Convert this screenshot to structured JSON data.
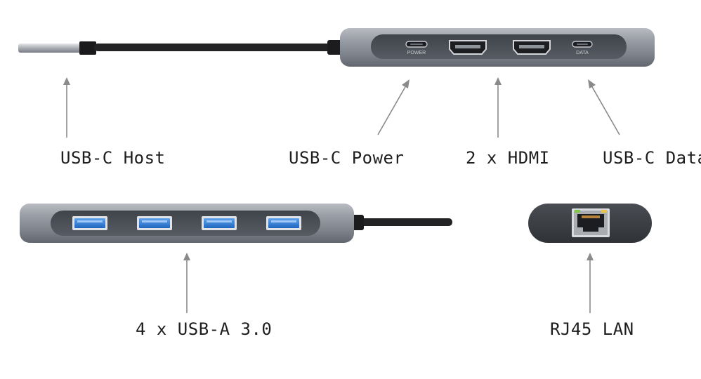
{
  "top_hub": {
    "port_labels": {
      "power": "POWER",
      "data": "DATA"
    }
  },
  "callouts": {
    "host": "USB-C Host",
    "power": "USB-C Power",
    "hdmi": "2 x HDMI",
    "data": "USB-C Data",
    "usb_a": "4 x USB-A 3.0",
    "lan": "RJ45 LAN"
  },
  "colors": {
    "hub_body": "#8a8e96",
    "hub_panel": "#4c5058",
    "cable": "#232325",
    "usb3_blue": "#2f7fd8",
    "lan_led_green": "#7ec64a",
    "lan_led_amber": "#e8c44a",
    "arrow": "#8a8a8a"
  },
  "icons": [
    "usb-c-port-icon",
    "hdmi-port-icon",
    "usb-a-port-icon",
    "rj45-port-icon",
    "arrow-icon"
  ]
}
